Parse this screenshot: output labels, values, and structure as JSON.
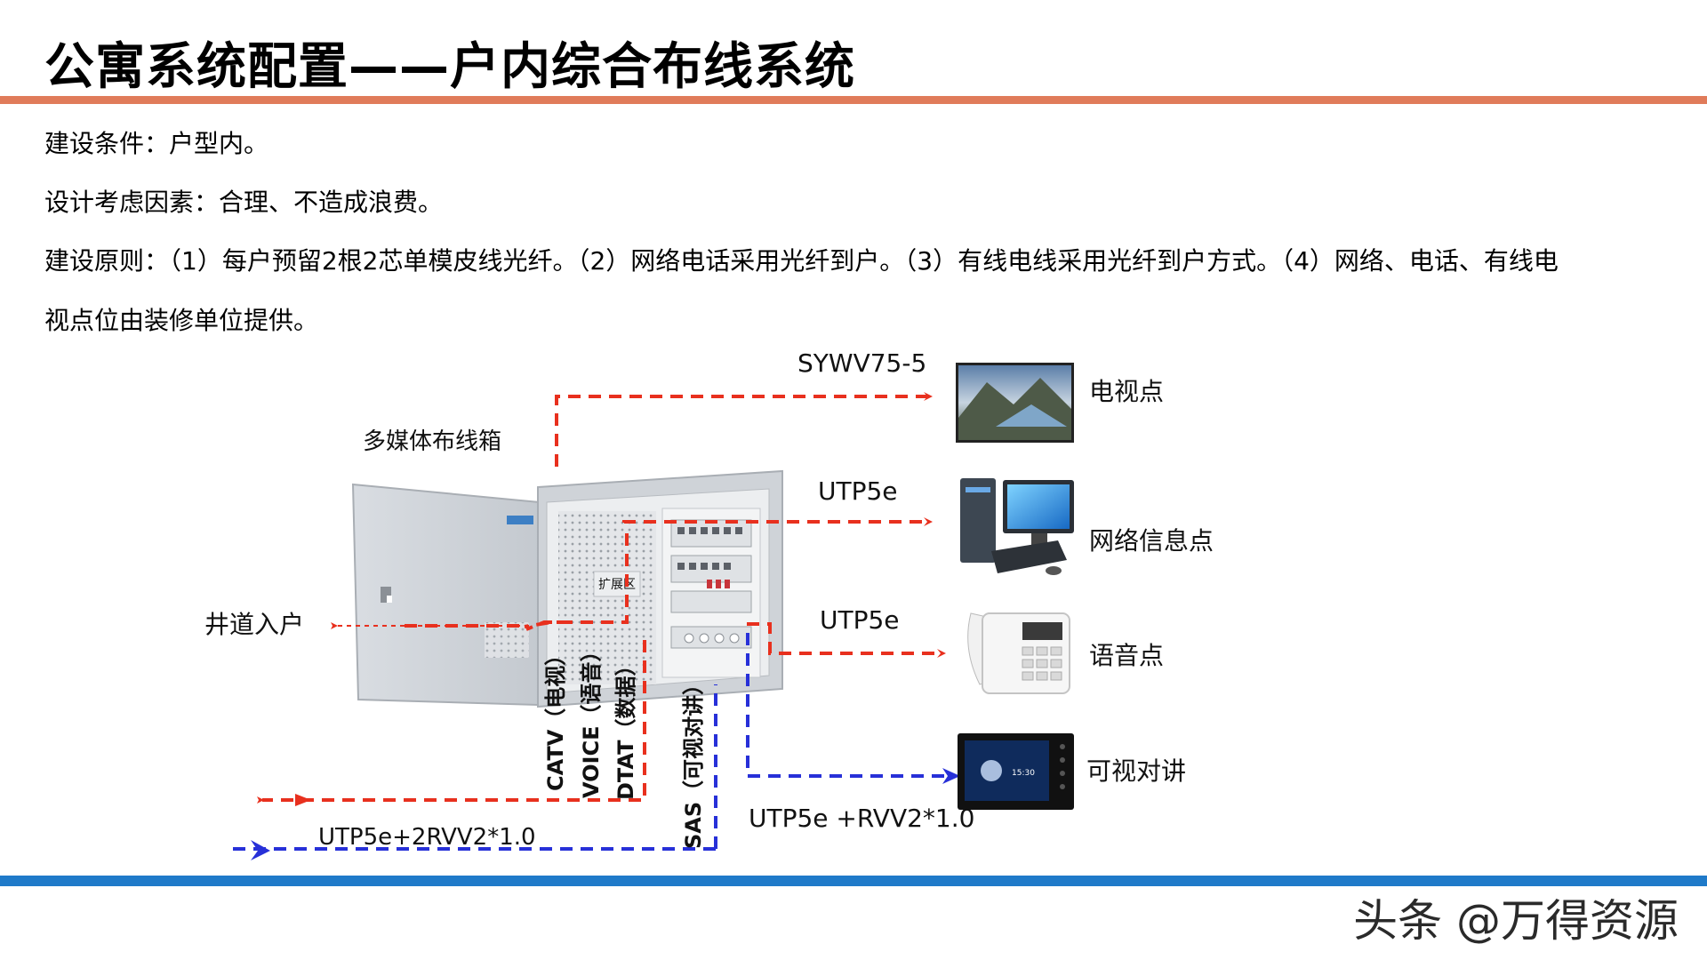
{
  "title": "公寓系统配置——户内综合布线系统",
  "body": {
    "conditions": "建设条件：户型内。",
    "factors": "设计考虑因素：合理、不造成浪费。",
    "principle_line1": "建设原则：（1）每户预留2根2芯单模皮线光纤。（2）网络电话采用光纤到户。（3）有线电线采用光纤到户方式。（4）网络、电话、有线电",
    "principle_line2": "视点位由装修单位提供。"
  },
  "diagram": {
    "box_label": "多媒体布线箱",
    "box_inner_label": "扩展区",
    "entry_label": "井道入户",
    "cable_tv": "SYWV75-5",
    "cable_net": "UTP5e",
    "cable_voice": "UTP5e",
    "cable_intercom": "UTP5e +RVV2*1.0",
    "cable_in": "UTP5e+2RVV2*1.0",
    "v_catv": "CATV（电视）",
    "v_voice": "VOICE（语音）",
    "v_data": "DTAT（数据）",
    "v_sas": "SAS（可视对讲）",
    "dev_tv": "电视点",
    "dev_net": "网络信息点",
    "dev_voice": "语音点",
    "dev_intercom": "可视对讲",
    "intercom_screen_time": "15:30"
  },
  "watermark": "头条 @万得资源",
  "colors": {
    "top_rule": "#E07B5A",
    "bottom_rule": "#1F7AC9",
    "red_line": "#E8301E",
    "blue_line": "#2730D8"
  },
  "icons": [
    "tv-icon",
    "computer-icon",
    "telephone-icon",
    "intercom-icon",
    "distribution-box-icon"
  ]
}
